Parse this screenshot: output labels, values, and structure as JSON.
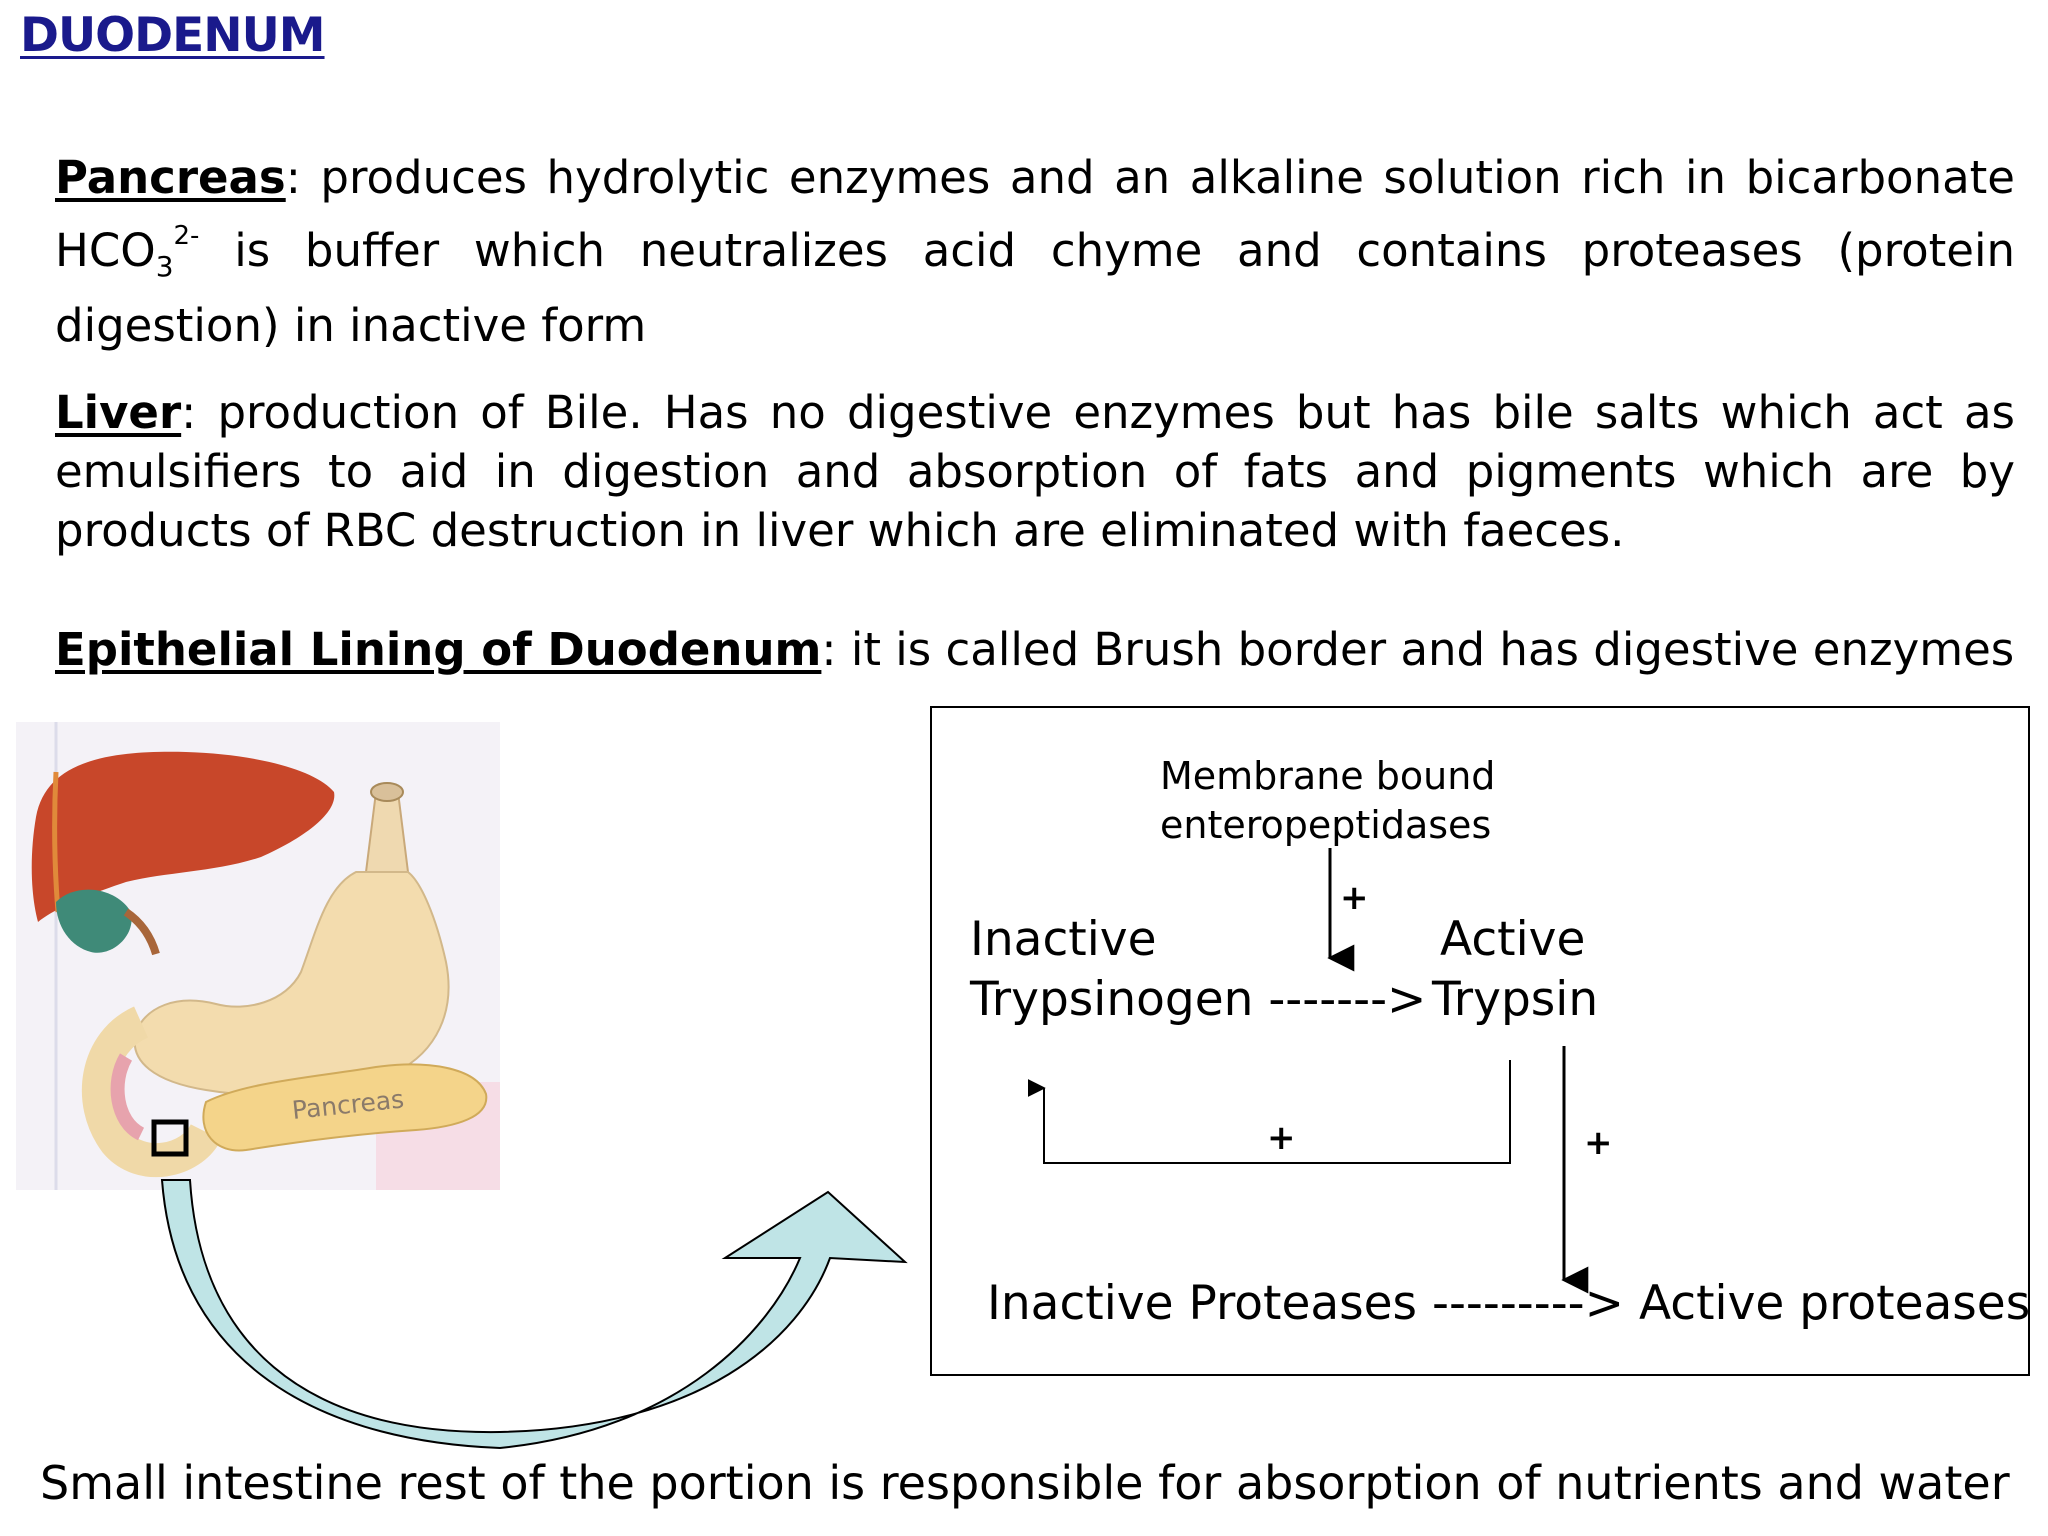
{
  "title": "DUODENUM",
  "pancreas": {
    "heading": "Pancreas",
    "text_a": ": produces hydrolytic enzymes and an  alkaline solution rich in bicarbonate HCO",
    "sub": "3",
    "sup": "2-",
    "text_b": " is buffer which neutralizes acid chyme and contains proteases (protein digestion) in inactive form"
  },
  "liver": {
    "heading": "Liver",
    "text": ": production of Bile. Has no digestive enzymes but has bile salts which act as emulsifiers to aid in digestion and absorption of fats and pigments which are by products of RBC destruction in liver which are eliminated with faeces."
  },
  "epithelium": {
    "heading": "Epithelial Lining of Duodenum",
    "text": ": it is called Brush border and has digestive enzymes"
  },
  "anatomy": {
    "pancreas_label": "Pancreas"
  },
  "diagram": {
    "enzyme_line1": "Membrane bound",
    "enzyme_line2": "enteropeptidases",
    "plus_enzyme": "+",
    "inactive_trypsinogen_1": "Inactive",
    "inactive_trypsinogen_2": "Trypsinogen -------> ",
    "active_trypsin_1": "Active",
    "active_trypsin_2": "Trypsin",
    "plus_feedback": "+",
    "plus_down": "+",
    "proteases_line": "Inactive Proteases ---------> Active proteases"
  },
  "footer": "Small intestine rest of the portion is responsible for absorption of nutrients and water",
  "colors": {
    "title": "#1a1a8c",
    "liver": "#c8472a",
    "stomach": "#f3dcae",
    "gallbladder": "#3f8a78",
    "curved_arrow_fill": "#bfe4e6"
  }
}
